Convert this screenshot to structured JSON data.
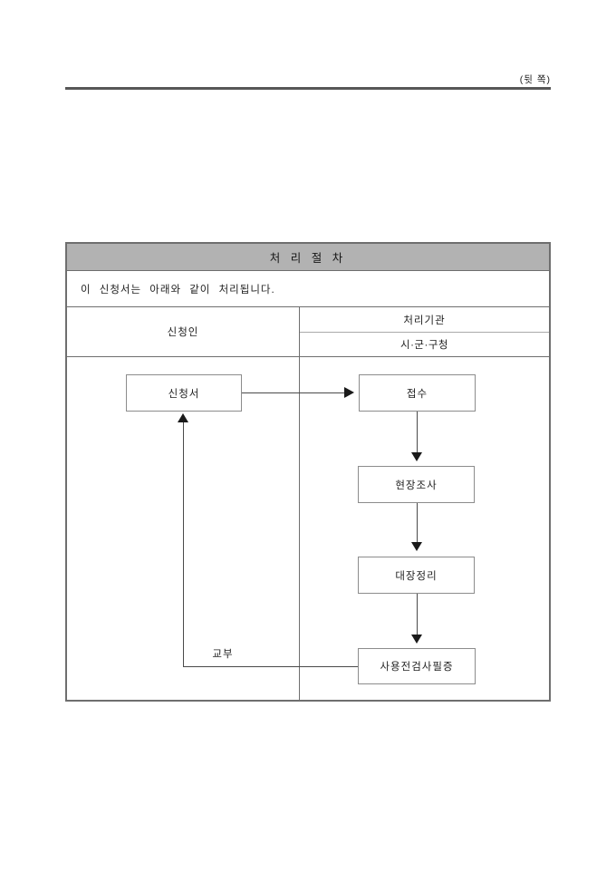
{
  "page": {
    "corner_note": "(뒷 쪽)"
  },
  "procedure_table": {
    "title": "처 리 절 차",
    "intro": "이 신청서는 아래와 같이 처리됩니다.",
    "columns": {
      "applicant": "신청인",
      "agency": "처리기관",
      "agency_office": "시·군·구청"
    },
    "flow": {
      "application": "신청서",
      "receive": "접수",
      "site_survey": "현장조사",
      "ledger_update": "대장정리",
      "certificate": "사용전검사필증",
      "issue": "교부"
    }
  },
  "colors": {
    "title_bg": "#b2b2b2",
    "table_border": "#6e6e6e",
    "box_border": "#8c8c8c",
    "flow_line": "#4a4a4a",
    "arrow": "#1a1a1a",
    "text": "#1f1f1f"
  }
}
